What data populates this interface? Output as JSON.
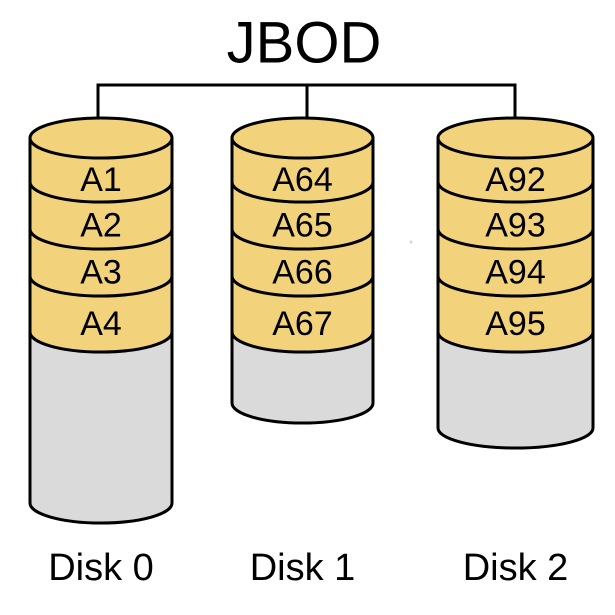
{
  "title": "JBOD",
  "colors": {
    "platter_yellow": "#F2D37C",
    "free_gray": "#DADADA",
    "stroke": "#000000",
    "background": "#FFFFFF",
    "speck": "#B9B9A5"
  },
  "disks": [
    {
      "name": "Disk 0",
      "blocks": [
        "A1",
        "A2",
        "A3",
        "A4"
      ]
    },
    {
      "name": "Disk 1",
      "blocks": [
        "A64",
        "A65",
        "A66",
        "A67"
      ]
    },
    {
      "name": "Disk 2",
      "blocks": [
        "A92",
        "A93",
        "A94",
        "A95"
      ]
    }
  ]
}
